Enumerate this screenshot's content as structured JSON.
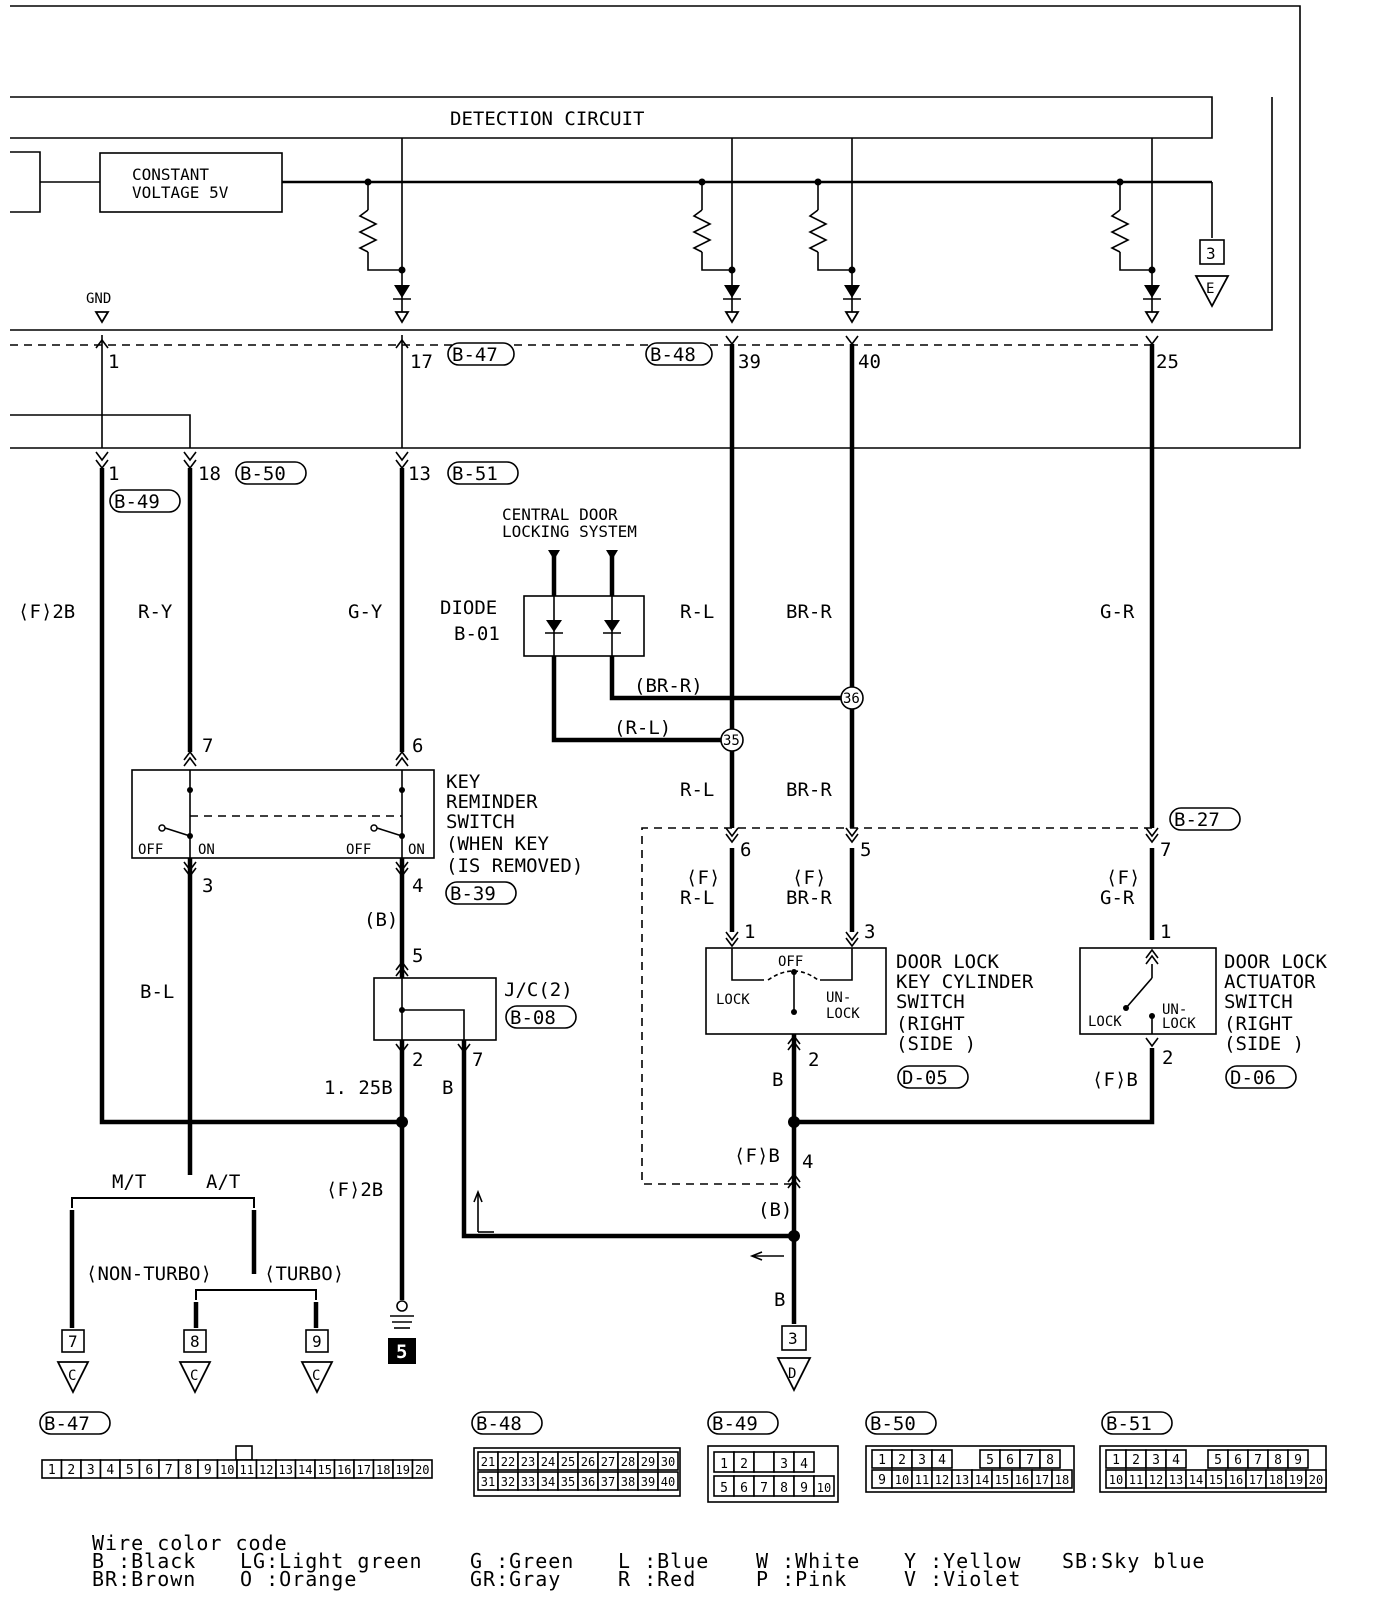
{
  "ecu": {
    "detection_circuit": "DETECTION CIRCUIT",
    "constant_voltage_1": "CONSTANT",
    "constant_voltage_2": "VOLTAGE 5V",
    "gnd": "GND",
    "ground_pin": "3",
    "ground_letter": "E"
  },
  "connectors": {
    "b47": "B-47",
    "b48": "B-48",
    "b49": "B-49",
    "b50": "B-50",
    "b51": "B-51",
    "b39": "B-39",
    "b08": "B-08",
    "b27": "B-27",
    "d05": "D-05",
    "d06": "D-06"
  },
  "pins": {
    "p1": "1",
    "p17": "17",
    "p39": "39",
    "p40": "40",
    "p25": "25",
    "p1b": "1",
    "p18": "18",
    "p13": "13",
    "krs7": "7",
    "krs6": "6",
    "krs3": "3",
    "krs4": "4",
    "jc5": "5",
    "jc2": "2",
    "jc7": "7",
    "b27_6": "6",
    "b27_5": "5",
    "b27_7": "7",
    "dk1": "1",
    "dk3": "3",
    "dk2": "2",
    "da1": "1",
    "da2": "2",
    "j4": "4"
  },
  "wires": {
    "f2b": "⟨F⟩2B",
    "ry": "R-Y",
    "gy": "G-Y",
    "rl": "R-L",
    "brr": "BR-R",
    "gr": "G-R",
    "brr_paren": "(BR-R)",
    "rl_paren": "(R-L)",
    "rl2": "R-L",
    "brr2": "BR-R",
    "f_rl_1": "⟨F⟩",
    "f_rl_2": "R-L",
    "f_brr_1": "⟨F⟩",
    "f_brr_2": "BR-R",
    "f_gr_1": "⟨F⟩",
    "f_gr_2": "G-R",
    "bl": "B-L",
    "b_paren": "(B)",
    "b125": "1. 25B",
    "b": "B",
    "f2b_2": "⟨F⟩2B",
    "b_dk": "B",
    "fb": "⟨F⟩B",
    "fb_j": "⟨F⟩B",
    "b_paren2": "(B)",
    "b_bottom": "B"
  },
  "components": {
    "central_1": "CENTRAL DOOR",
    "central_2": "LOCKING SYSTEM",
    "diode_1": "DIODE",
    "diode_2": "B-01",
    "junction_35": "35",
    "junction_36": "36",
    "krs_1": "KEY",
    "krs_2": "REMINDER",
    "krs_3": "SWITCH",
    "krs_4": "(WHEN KEY",
    "krs_5": "(IS REMOVED)",
    "krs_off1": "OFF",
    "krs_on1": "ON",
    "krs_off2": "OFF",
    "krs_on2": "ON",
    "jc": "J/C(2)",
    "dk_1": "DOOR LOCK",
    "dk_2": "KEY CYLINDER",
    "dk_3": "SWITCH",
    "dk_4": "(RIGHT",
    "dk_5": "(SIDE )",
    "dk_off": "OFF",
    "dk_lock": "LOCK",
    "dk_un": "UN-",
    "dk_unlock": "LOCK",
    "da_1": "DOOR LOCK",
    "da_2": "ACTUATOR",
    "da_3": "SWITCH",
    "da_4": "(RIGHT",
    "da_5": "(SIDE )",
    "da_lock": "LOCK",
    "da_un": "UN-",
    "da_unlock": "LOCK"
  },
  "variants": {
    "mt": "M/T",
    "at": "A/T",
    "nonturbo": "⟨NON-TURBO⟩",
    "turbo": "⟨TURBO⟩"
  },
  "grounds": {
    "g7": "7",
    "g8": "8",
    "g9": "9",
    "gc": "C",
    "g5": "5",
    "gd3": "3",
    "gd": "D"
  },
  "connector_faces": {
    "b47_title": "B-47",
    "b47_pins": [
      "1",
      "2",
      "3",
      "4",
      "5",
      "6",
      "7",
      "8",
      "9",
      "10",
      "11",
      "12",
      "13",
      "14",
      "15",
      "16",
      "17",
      "18",
      "19",
      "20"
    ],
    "b48_title": "B-48",
    "b48_row1": [
      "21",
      "22",
      "23",
      "24",
      "25",
      "26",
      "27",
      "28",
      "29",
      "30"
    ],
    "b48_row2": [
      "31",
      "32",
      "33",
      "34",
      "35",
      "36",
      "37",
      "38",
      "39",
      "40"
    ],
    "b49_title": "B-49",
    "b49_row1": [
      "1",
      "2",
      "",
      "3",
      "4"
    ],
    "b49_row2": [
      "5",
      "6",
      "7",
      "8",
      "9",
      "10"
    ],
    "b50_title": "B-50",
    "b50_row1": [
      "1",
      "2",
      "3",
      "4",
      "5",
      "6",
      "7",
      "8"
    ],
    "b50_row2": [
      "9",
      "10",
      "11",
      "12",
      "13",
      "14",
      "15",
      "16",
      "17",
      "18"
    ],
    "b51_title": "B-51",
    "b51_row1": [
      "1",
      "2",
      "3",
      "4",
      "5",
      "6",
      "7",
      "8",
      "9"
    ],
    "b51_row2": [
      "10",
      "11",
      "12",
      "13",
      "14",
      "15",
      "16",
      "17",
      "18",
      "19",
      "20"
    ]
  },
  "legend": {
    "title": "Wire color code",
    "row1": [
      "B :Black",
      "LG:Light green",
      "G :Green",
      "L :Blue",
      "W :White",
      "Y :Yellow",
      "SB:Sky blue"
    ],
    "row2": [
      "BR:Brown",
      "O :Orange",
      "GR:Gray",
      "R :Red",
      "P :Pink",
      "V :Violet"
    ]
  }
}
